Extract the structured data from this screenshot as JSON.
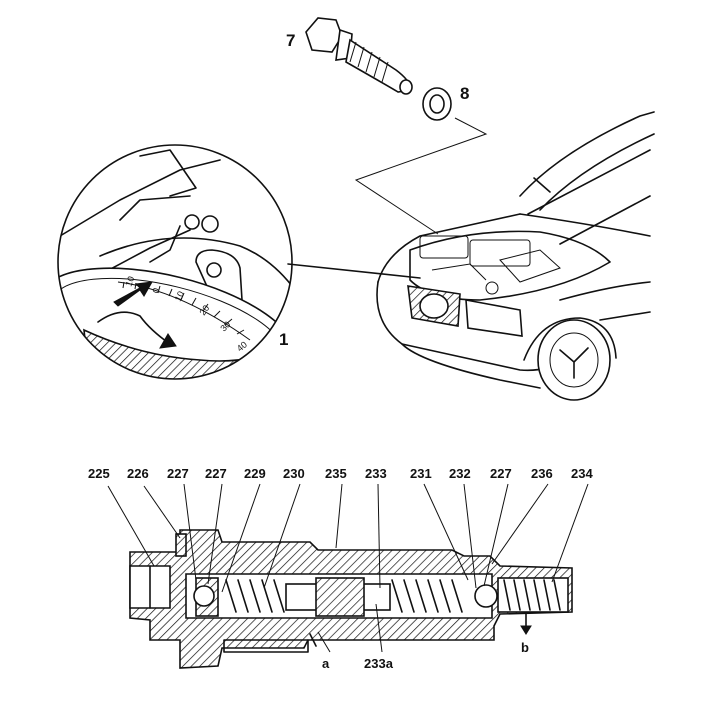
{
  "top_illustration": {
    "part_labels": [
      "7",
      "8",
      "1"
    ]
  },
  "section_drawing": {
    "callouts": [
      "225",
      "226",
      "227",
      "227",
      "229",
      "230",
      "235",
      "233",
      "231",
      "232",
      "227",
      "236",
      "234"
    ],
    "bottom_labels": [
      "a",
      "233a",
      "b"
    ]
  },
  "degree_scale": {
    "marks": [
      "10",
      "0",
      "10",
      "20",
      "30",
      "40"
    ]
  }
}
